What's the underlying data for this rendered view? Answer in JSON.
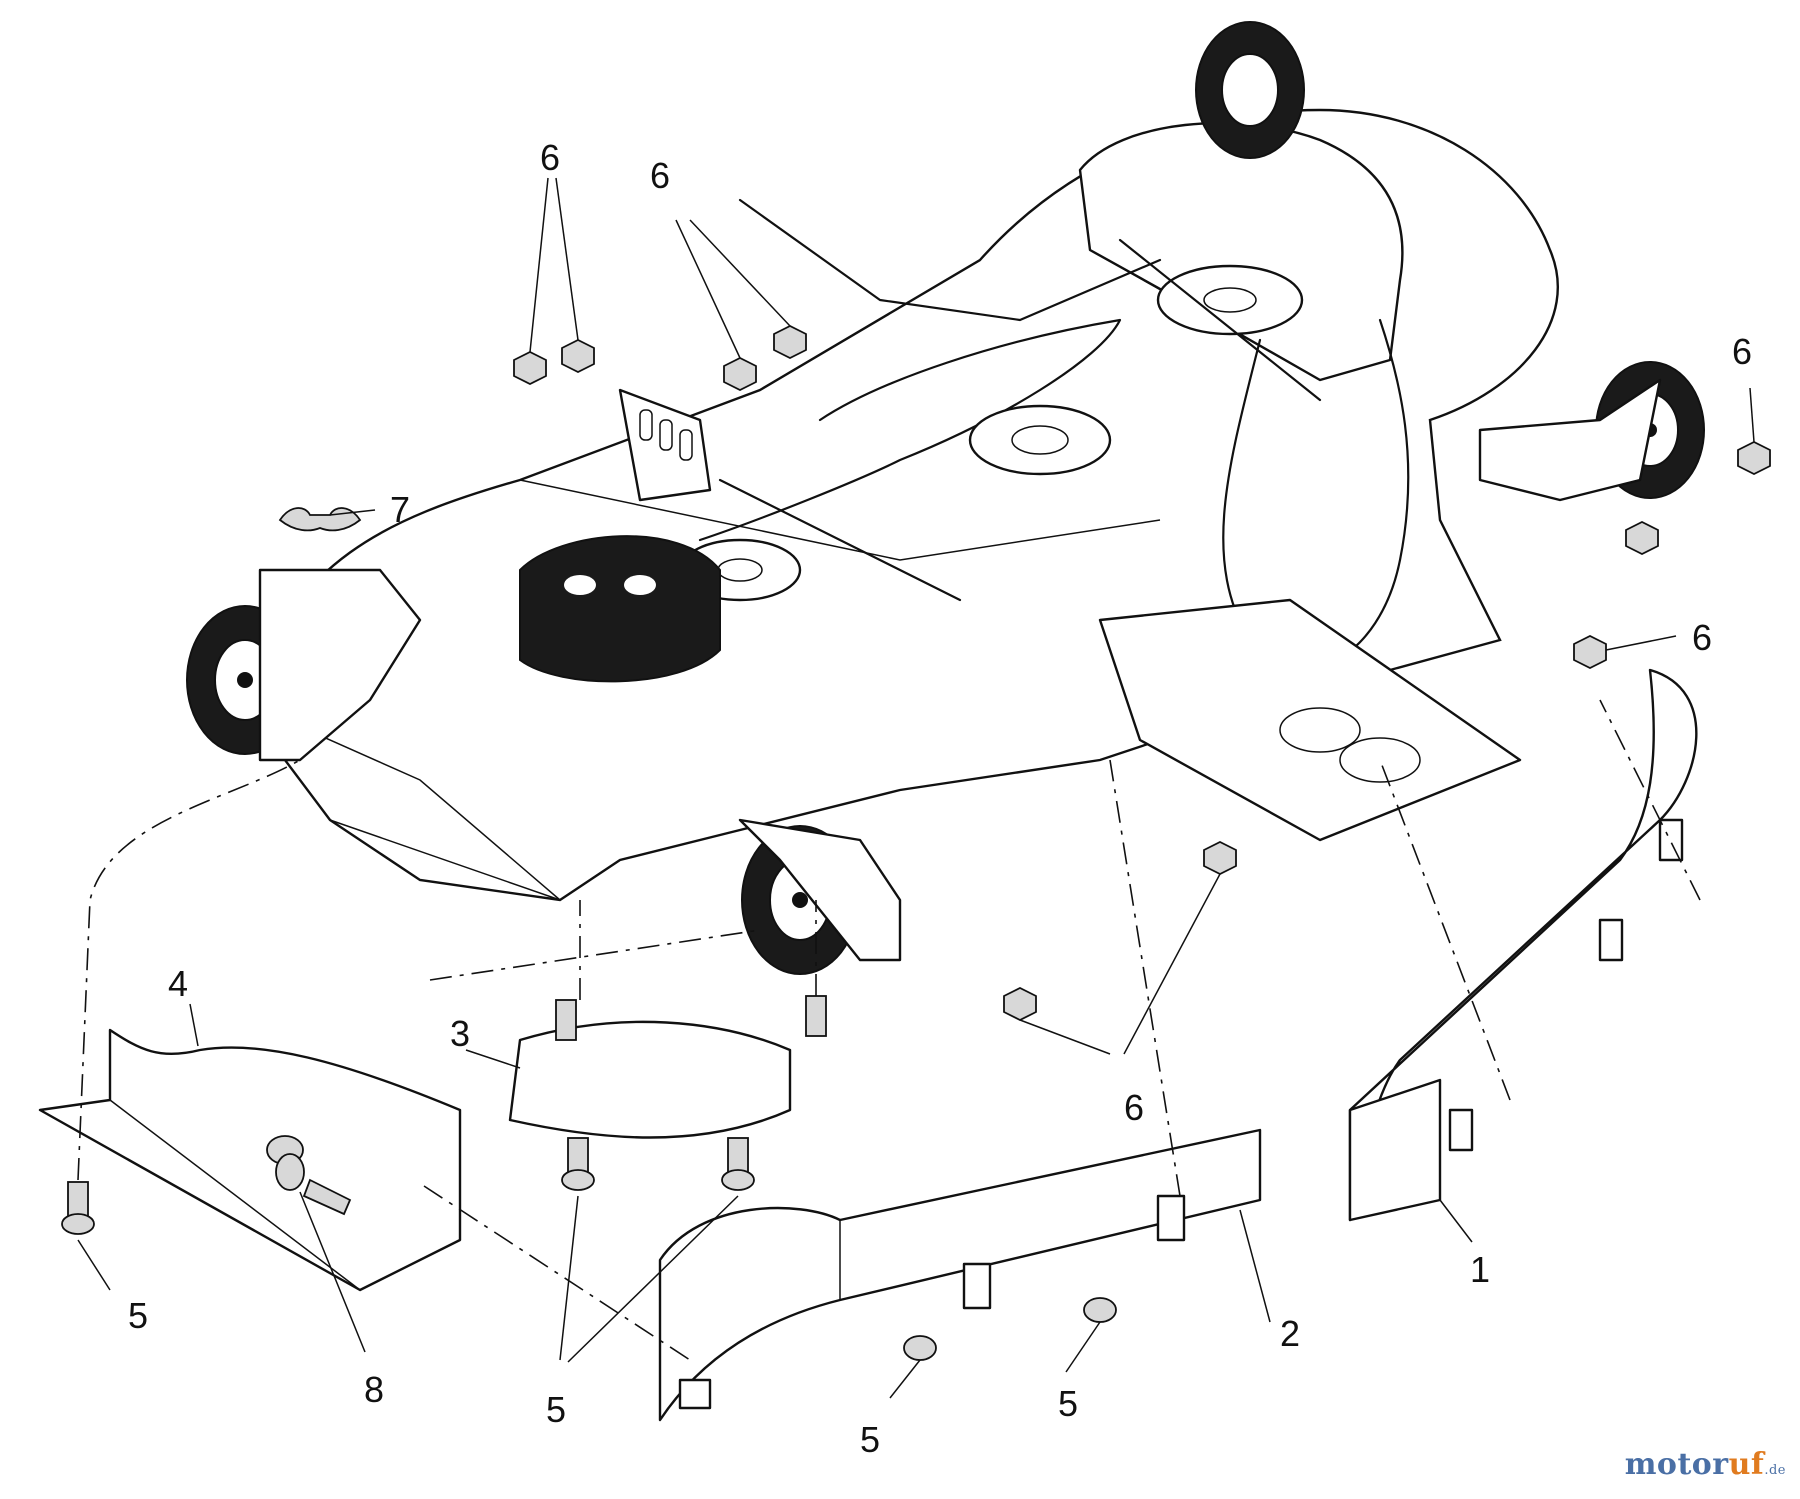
{
  "callouts": [
    {
      "id": "c6a",
      "text": "6"
    },
    {
      "id": "c6b",
      "text": "6"
    },
    {
      "id": "c6c",
      "text": "6"
    },
    {
      "id": "c6d",
      "text": "6"
    },
    {
      "id": "c6e",
      "text": "6"
    },
    {
      "id": "c7",
      "text": "7"
    },
    {
      "id": "c4",
      "text": "4"
    },
    {
      "id": "c3",
      "text": "3"
    },
    {
      "id": "c5a",
      "text": "5"
    },
    {
      "id": "c5b",
      "text": "5"
    },
    {
      "id": "c5c",
      "text": "5"
    },
    {
      "id": "c5d",
      "text": "5"
    },
    {
      "id": "c8",
      "text": "8"
    },
    {
      "id": "c2",
      "text": "2"
    },
    {
      "id": "c1",
      "text": "1"
    }
  ],
  "watermark": {
    "brand": "motor",
    "accent": "uf",
    "suffix": ".de",
    "brand_color": "#4a6fa5",
    "accent_color": "#e07b1f"
  }
}
